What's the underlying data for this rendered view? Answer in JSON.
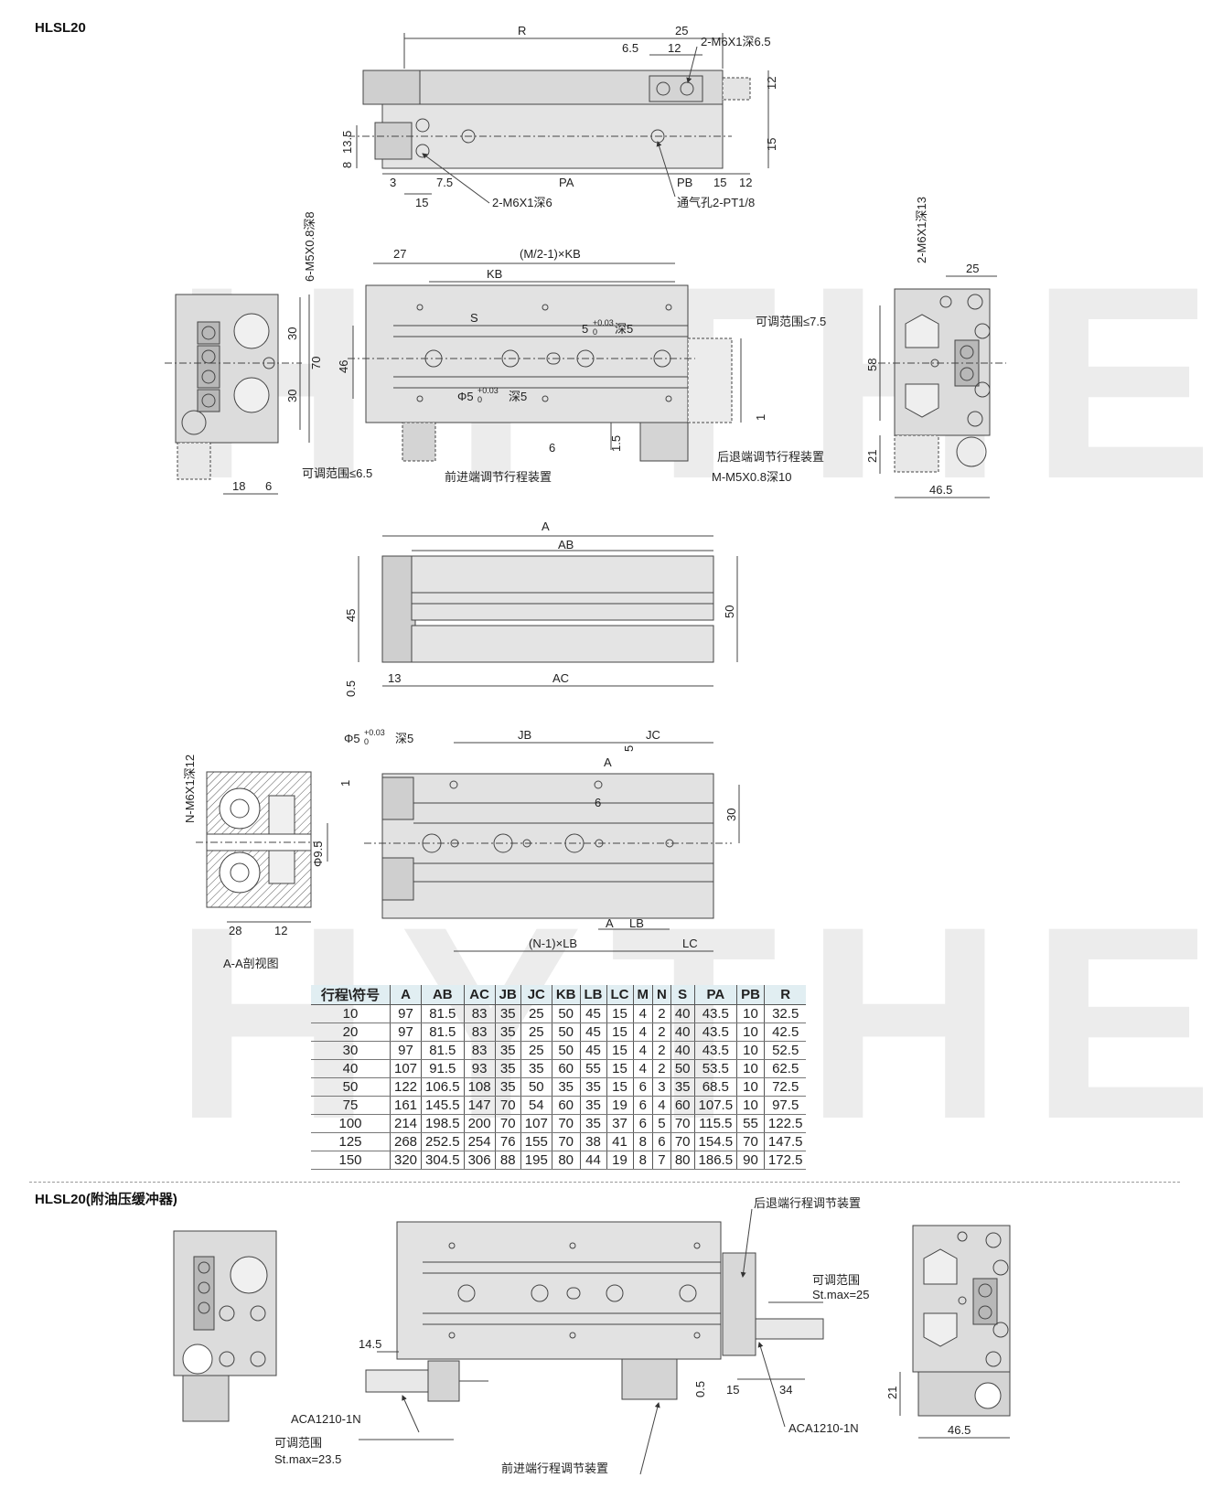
{
  "section1": {
    "title": "HLSL20"
  },
  "section2": {
    "title": "HLSL20(附油压缓冲器)"
  },
  "watermark": "HYTHE",
  "labels": {
    "top": {
      "R": "R",
      "d25": "25",
      "d6_5": "6.5",
      "d12a": "12",
      "m6x1_6_5": "2-M6X1深6.5",
      "d12b": "12",
      "d15r": "15",
      "d13_5": "13.5",
      "d8": "8",
      "d3": "3",
      "d7_5": "7.5",
      "PA": "PA",
      "PB": "PB",
      "d15b": "15",
      "d12c": "12",
      "d15c": "15",
      "m6x1_6": "2-M6X1深6",
      "vent": "通气孔2-PT1/8"
    },
    "mid": {
      "m5x0_8_8": "6-M5X0.8深8",
      "d30a": "30",
      "d70": "70",
      "d30b": "30",
      "d18": "18",
      "d6": "6",
      "adj6_5": "可调范围≤6.5",
      "front_adj": "前进端调节行程装置",
      "d27": "27",
      "mkb": "(M/2-1)×KB",
      "KB": "KB",
      "S": "S",
      "hole5": "5",
      "tol": "+0.03",
      "tol0": "0",
      "deep5": "深5",
      "d46": "46",
      "phi5": "Φ5",
      "d6b": "6",
      "d1_5": "1.5",
      "adj7_5": "可调范围≤7.5",
      "rear_adj": "后退端调节行程装置",
      "mm5": "M-M5X0.8深10",
      "d1": "1",
      "m6x1_13": "2-M6X1深13",
      "d25": "25",
      "d58": "58",
      "d21": "21",
      "d46_5": "46.5"
    },
    "side": {
      "A": "A",
      "AB": "AB",
      "d45": "45",
      "d50": "50",
      "d0_5": "0.5",
      "d13": "13",
      "AC": "AC"
    },
    "bottom": {
      "phi5": "Φ5",
      "deep5": "深5",
      "JB": "JB",
      "JC": "JC",
      "A": "A",
      "hole5": "5",
      "d1": "1",
      "d6": "6",
      "d30": "30",
      "A2": "A",
      "LB": "LB",
      "nlb": "(N-1)×LB",
      "LC": "LC",
      "n_m6": "N-M6X1深12",
      "phi9_5": "Φ9.5",
      "d28": "28",
      "d12": "12",
      "section_view": "A-A剖视图"
    },
    "buffer": {
      "rear": "后退端行程调节装置",
      "adj_r": "可调范围",
      "stmax25": "St.max=25",
      "d14_5": "14.5",
      "d0_5": "0.5",
      "d15": "15",
      "d34": "34",
      "aca_l": "ACA1210-1N",
      "aca_r": "ACA1210-1N",
      "adj_l": "可调范围",
      "stmax23_5": "St.max=23.5",
      "front": "前进端行程调节装置",
      "d21": "21",
      "d46_5": "46.5"
    }
  },
  "table": {
    "headers": [
      "行程\\符号",
      "A",
      "AB",
      "AC",
      "JB",
      "JC",
      "KB",
      "LB",
      "LC",
      "M",
      "N",
      "S",
      "PA",
      "PB",
      "R"
    ],
    "rows": [
      [
        "10",
        "97",
        "81.5",
        "83",
        "35",
        "25",
        "50",
        "45",
        "15",
        "4",
        "2",
        "40",
        "43.5",
        "10",
        "32.5"
      ],
      [
        "20",
        "97",
        "81.5",
        "83",
        "35",
        "25",
        "50",
        "45",
        "15",
        "4",
        "2",
        "40",
        "43.5",
        "10",
        "42.5"
      ],
      [
        "30",
        "97",
        "81.5",
        "83",
        "35",
        "25",
        "50",
        "45",
        "15",
        "4",
        "2",
        "40",
        "43.5",
        "10",
        "52.5"
      ],
      [
        "40",
        "107",
        "91.5",
        "93",
        "35",
        "35",
        "60",
        "55",
        "15",
        "4",
        "2",
        "50",
        "53.5",
        "10",
        "62.5"
      ],
      [
        "50",
        "122",
        "106.5",
        "108",
        "35",
        "50",
        "35",
        "35",
        "15",
        "6",
        "3",
        "35",
        "68.5",
        "10",
        "72.5"
      ],
      [
        "75",
        "161",
        "145.5",
        "147",
        "70",
        "54",
        "60",
        "35",
        "19",
        "6",
        "4",
        "60",
        "107.5",
        "10",
        "97.5"
      ],
      [
        "100",
        "214",
        "198.5",
        "200",
        "70",
        "107",
        "70",
        "35",
        "37",
        "6",
        "5",
        "70",
        "115.5",
        "55",
        "122.5"
      ],
      [
        "125",
        "268",
        "252.5",
        "254",
        "76",
        "155",
        "70",
        "38",
        "41",
        "8",
        "6",
        "70",
        "154.5",
        "70",
        "147.5"
      ],
      [
        "150",
        "320",
        "304.5",
        "306",
        "88",
        "195",
        "80",
        "44",
        "19",
        "8",
        "7",
        "80",
        "186.5",
        "90",
        "172.5"
      ]
    ]
  }
}
